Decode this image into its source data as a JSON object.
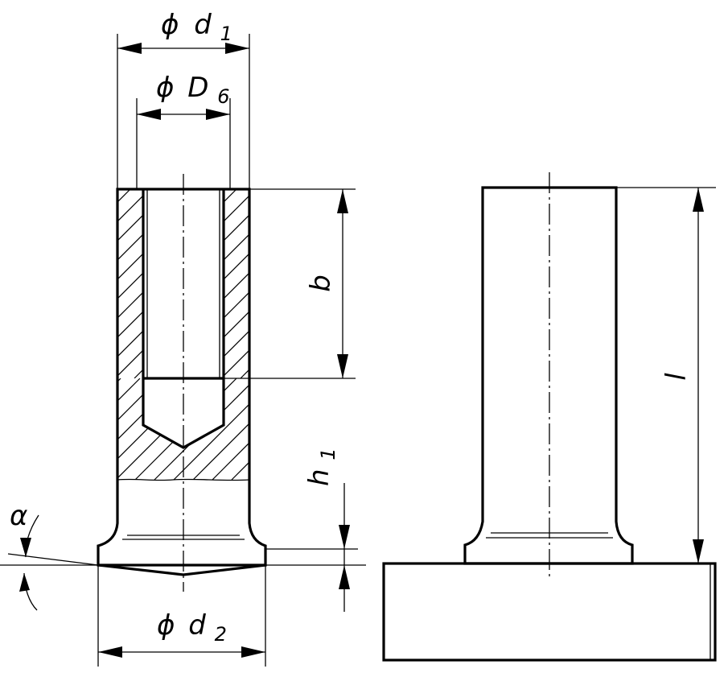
{
  "labels": {
    "d1": {
      "symbol": "ϕ",
      "letter": "d",
      "subscript": "1"
    },
    "D6": {
      "symbol": "ϕ",
      "letter": "D",
      "subscript": "6"
    },
    "d2": {
      "symbol": "ϕ",
      "letter": "d",
      "subscript": "2"
    },
    "b": "b",
    "h1": {
      "letter": "h",
      "subscript": "1"
    },
    "l": "l",
    "alpha": "α"
  }
}
